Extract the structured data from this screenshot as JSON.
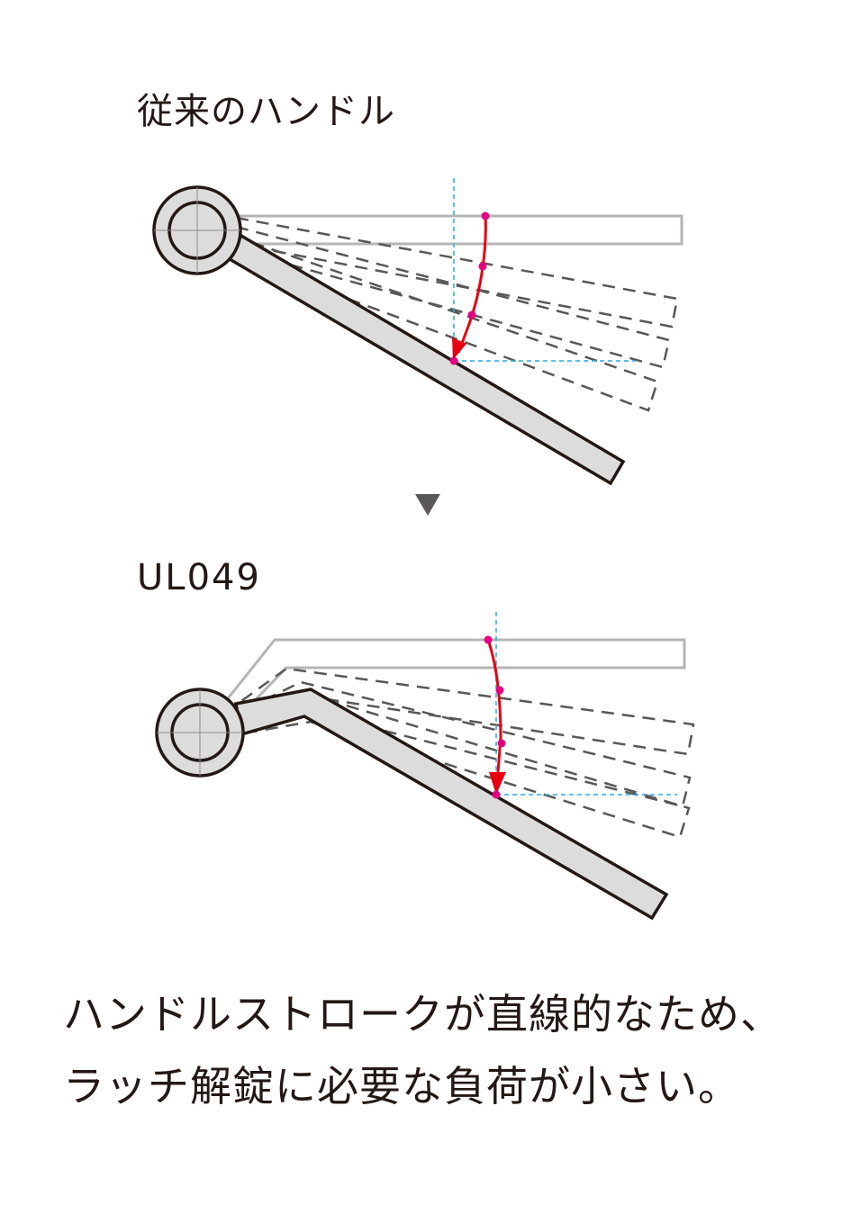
{
  "headings": {
    "conventional": "従来のハンドル",
    "ul049": "UL049"
  },
  "caption": {
    "line1": "ハンドルストロークが直線的なため、",
    "line2": "ラッチ解錠に必要な負荷が小さい。"
  },
  "colors": {
    "outline": "#231815",
    "handle_fill": "#dcdcdd",
    "ghost_outline": "#b5b5b6",
    "dashed": "#595757",
    "guide": "#29abe2",
    "path": "#e60012",
    "path_point": "#e4007f",
    "arrow_divider": "#595757"
  },
  "icons": {
    "divider": "triangle-down-icon",
    "path_arrow": "arrowhead-icon"
  }
}
